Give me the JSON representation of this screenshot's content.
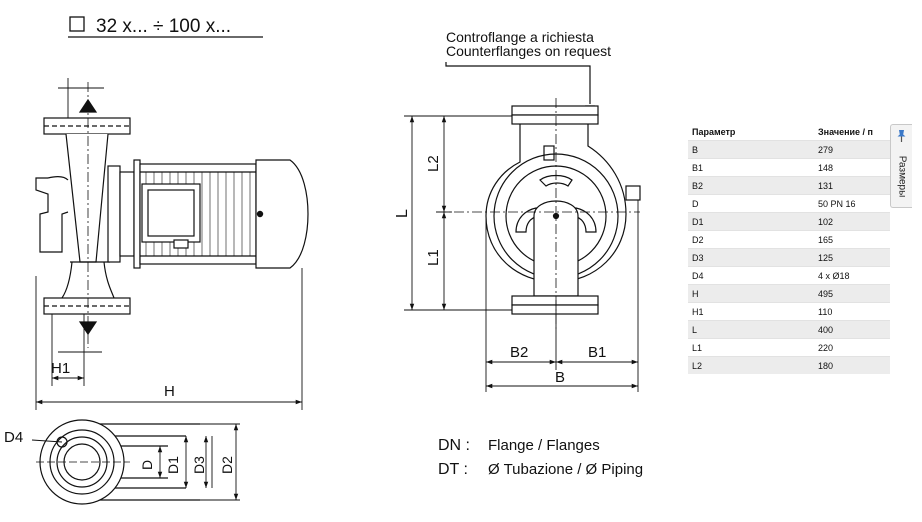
{
  "drawing": {
    "size_range": "32 x...  ÷  100 x...",
    "note_it": "Controflange a richiesta",
    "note_en": "Counterflanges on request",
    "dim_labels": {
      "H": "H",
      "H1": "H1",
      "L": "L",
      "L1": "L1",
      "L2": "L2",
      "B": "B",
      "B1": "B1",
      "B2": "B2",
      "D": "D",
      "D1": "D1",
      "D2": "D2",
      "D3": "D3",
      "D4": "D4"
    },
    "legend": [
      {
        "key": "DN :",
        "text": "Flange / Flanges"
      },
      {
        "key": "DT :",
        "text": "Ø Tubazione / Ø Piping"
      }
    ]
  },
  "params_panel": {
    "col_param": "Параметр",
    "col_value": "Значение / п",
    "rows": [
      {
        "name": "B",
        "value": "279"
      },
      {
        "name": "B1",
        "value": "148"
      },
      {
        "name": "B2",
        "value": "131"
      },
      {
        "name": "D",
        "value": "50 PN 16"
      },
      {
        "name": "D1",
        "value": "102"
      },
      {
        "name": "D2",
        "value": "165"
      },
      {
        "name": "D3",
        "value": "125"
      },
      {
        "name": "D4",
        "value": "4 x Ø18"
      },
      {
        "name": "H",
        "value": "495"
      },
      {
        "name": "H1",
        "value": "110"
      },
      {
        "name": "L",
        "value": "400"
      },
      {
        "name": "L1",
        "value": "220"
      },
      {
        "name": "L2",
        "value": "180"
      }
    ],
    "side_tab_label": "Размеры",
    "pin_icon": "pin-icon"
  }
}
